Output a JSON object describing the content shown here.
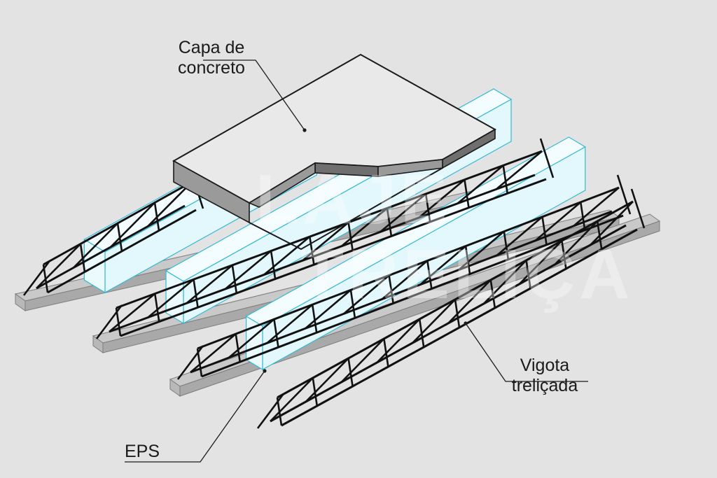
{
  "labels": {
    "concrete_cover_line1": "Capa de",
    "concrete_cover_line2": "concreto",
    "joist_line1": "Vigota",
    "joist_line2": "treliçada",
    "eps": "EPS"
  },
  "watermark": {
    "line1": "LAJE",
    "line2": "TRELIÇA"
  },
  "colors": {
    "background": "#e3e3e3",
    "concrete_top": "#e9e9e9",
    "concrete_side": "#9a9a9a",
    "concrete_side_dark": "#6f6f6f",
    "eps_top": "#f3fdff",
    "eps_side": "#e2f8fc",
    "eps_edge": "#35b8d6",
    "joist_base_top": "#c9c9c9",
    "joist_base_side": "#a9a9a9",
    "truss_wire": "#111111",
    "line": "#1a1a1a"
  }
}
